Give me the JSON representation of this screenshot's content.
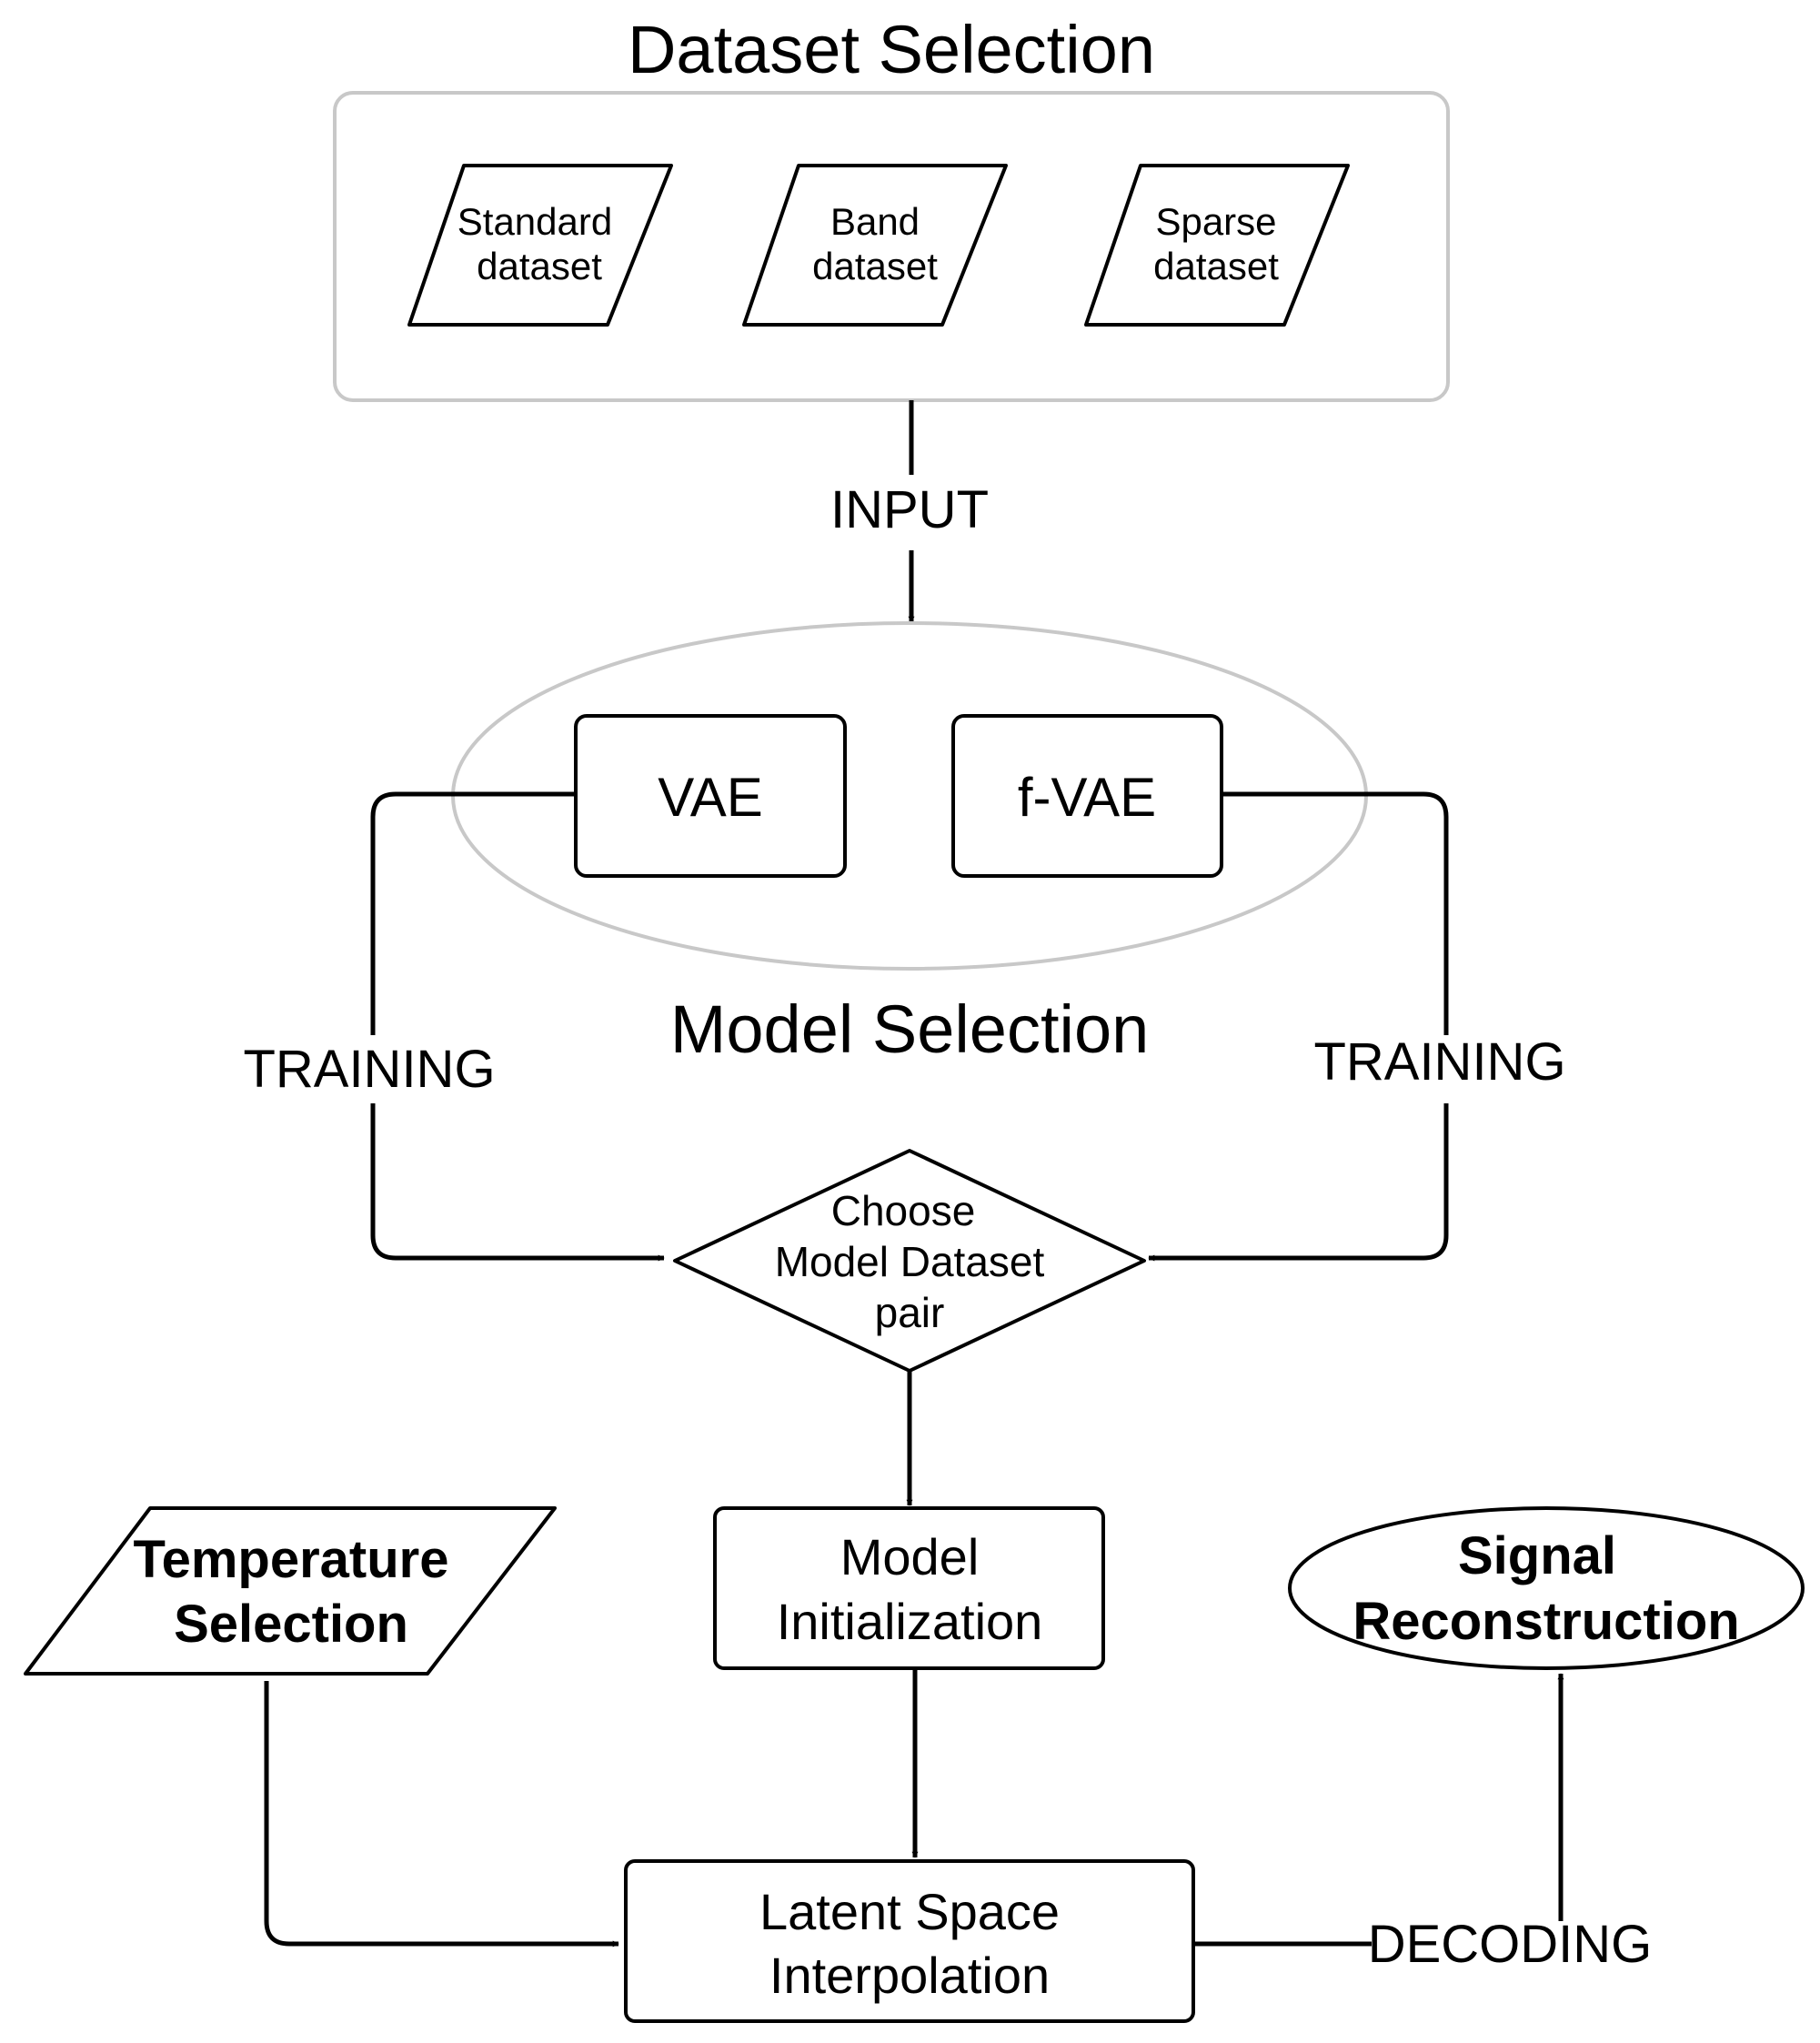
{
  "dataset_selection": {
    "title": "Dataset Selection",
    "datasets": [
      {
        "line1": "Standard",
        "line2": "dataset"
      },
      {
        "line1": "Band",
        "line2": "dataset"
      },
      {
        "line1": "Sparse",
        "line2": "dataset"
      }
    ]
  },
  "edges": {
    "input": "INPUT",
    "training_left": "TRAINING",
    "training_right": "TRAINING",
    "decoding": "DECODING"
  },
  "model_selection": {
    "title": "Model Selection",
    "models": [
      "VAE",
      "f-VAE"
    ]
  },
  "decision": {
    "line1": "Choose",
    "line2": "Model Dataset",
    "line3": "pair"
  },
  "model_init": {
    "line1": "Model",
    "line2": "Initialization"
  },
  "temperature": {
    "line1": "Temperature",
    "line2": "Selection"
  },
  "signal": {
    "line1": "Signal",
    "line2": "Reconstruction"
  },
  "latent": {
    "line1": "Latent Space",
    "line2": "Interpolation"
  }
}
